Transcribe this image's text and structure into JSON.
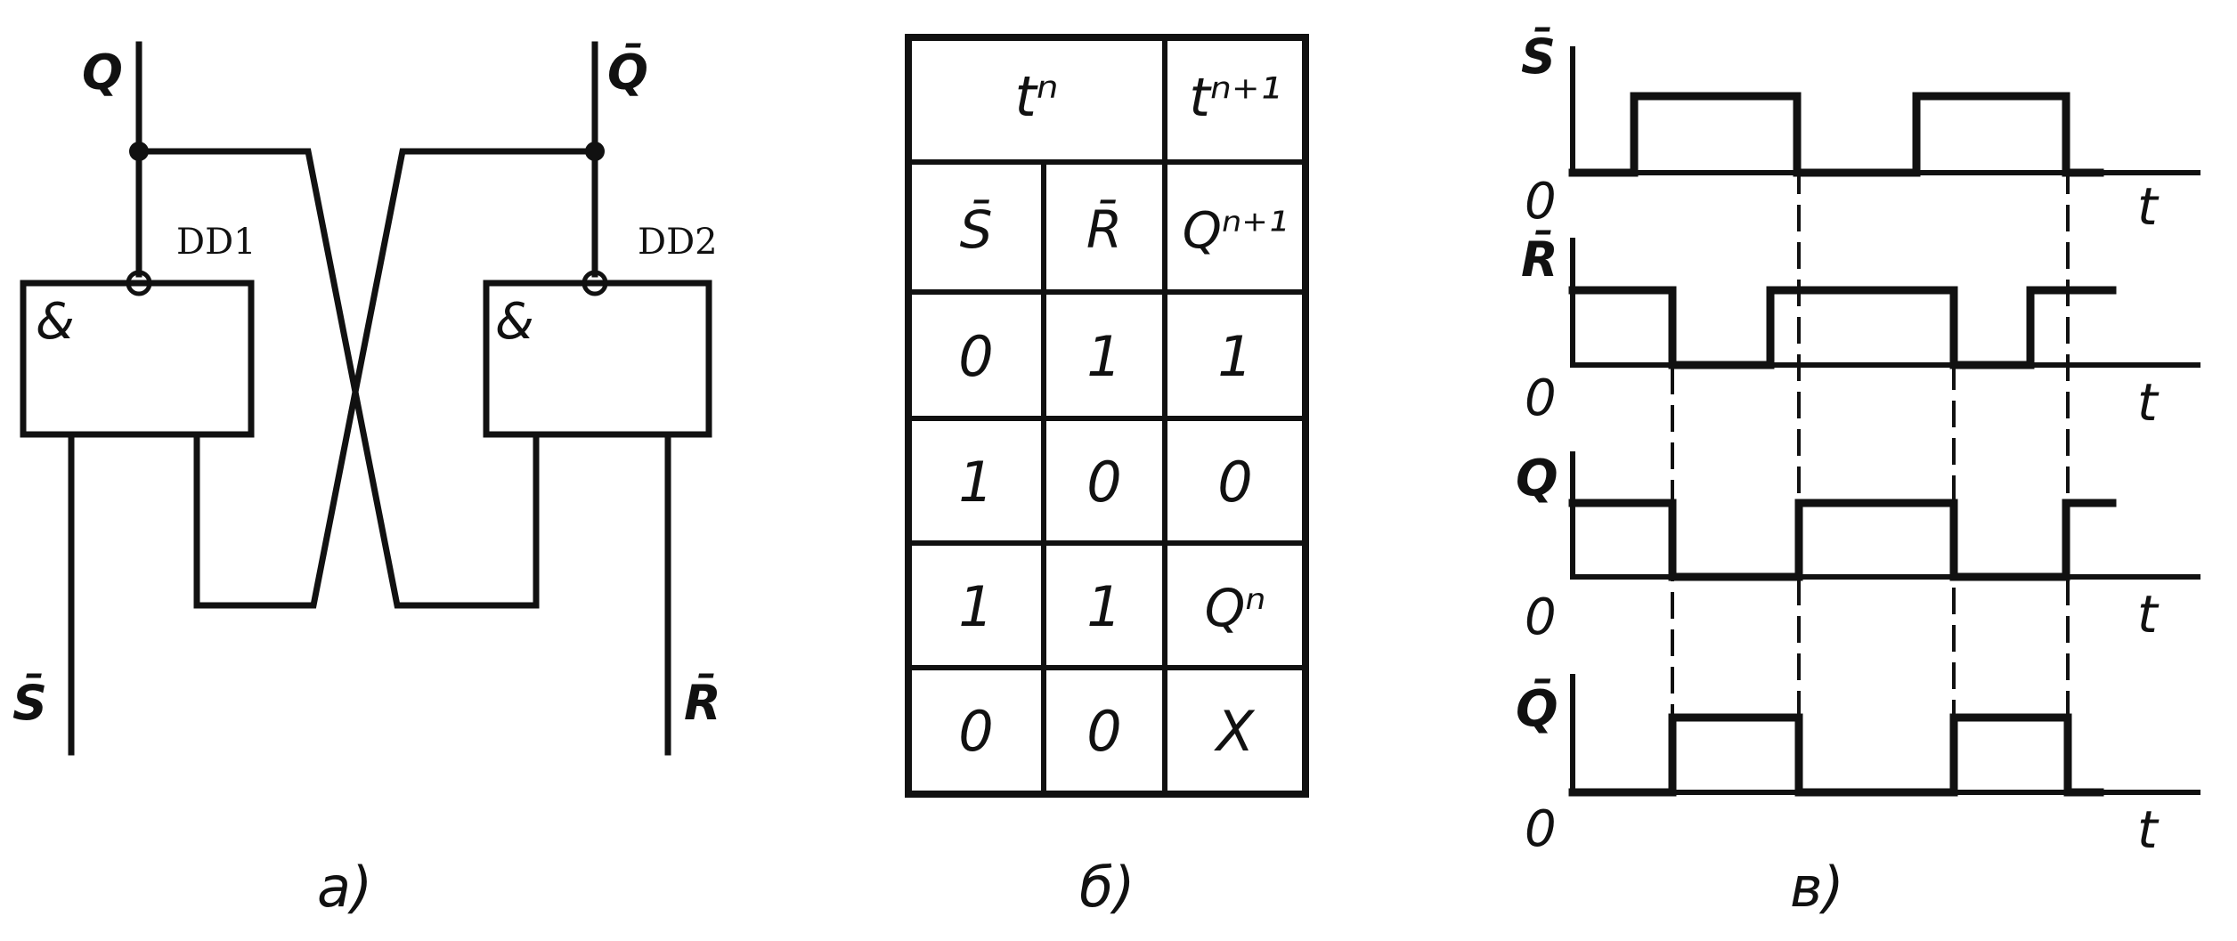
{
  "circuit": {
    "output_q": "Q",
    "output_q_bar": "Q̄",
    "gate1_name": "DD1",
    "gate2_name": "DD2",
    "gate1_symbol": "&",
    "gate2_symbol": "&",
    "input_s_bar": "S̄",
    "input_r_bar": "R̄",
    "caption": "а)"
  },
  "truth_table": {
    "header_group_left": "tⁿ",
    "header_group_right": "tⁿ⁺¹",
    "columns": [
      "S̄",
      "R̄",
      "Qⁿ⁺¹"
    ],
    "rows": [
      [
        "0",
        "1",
        "1"
      ],
      [
        "1",
        "0",
        "0"
      ],
      [
        "1",
        "1",
        "Qⁿ"
      ],
      [
        "0",
        "0",
        "X"
      ]
    ],
    "caption": "б)"
  },
  "timing": {
    "axis_time_label": "t",
    "zero_label": "0",
    "caption": "в)",
    "signals": [
      {
        "name": "S̄",
        "levels": [
          0,
          1,
          0,
          1,
          0
        ]
      },
      {
        "name": "R̄",
        "levels": [
          1,
          0,
          1,
          0,
          1
        ]
      },
      {
        "name": "Q",
        "levels": [
          1,
          0,
          1,
          0,
          1
        ]
      },
      {
        "name": "Q̄",
        "levels": [
          0,
          1,
          0,
          1,
          0
        ]
      }
    ]
  }
}
